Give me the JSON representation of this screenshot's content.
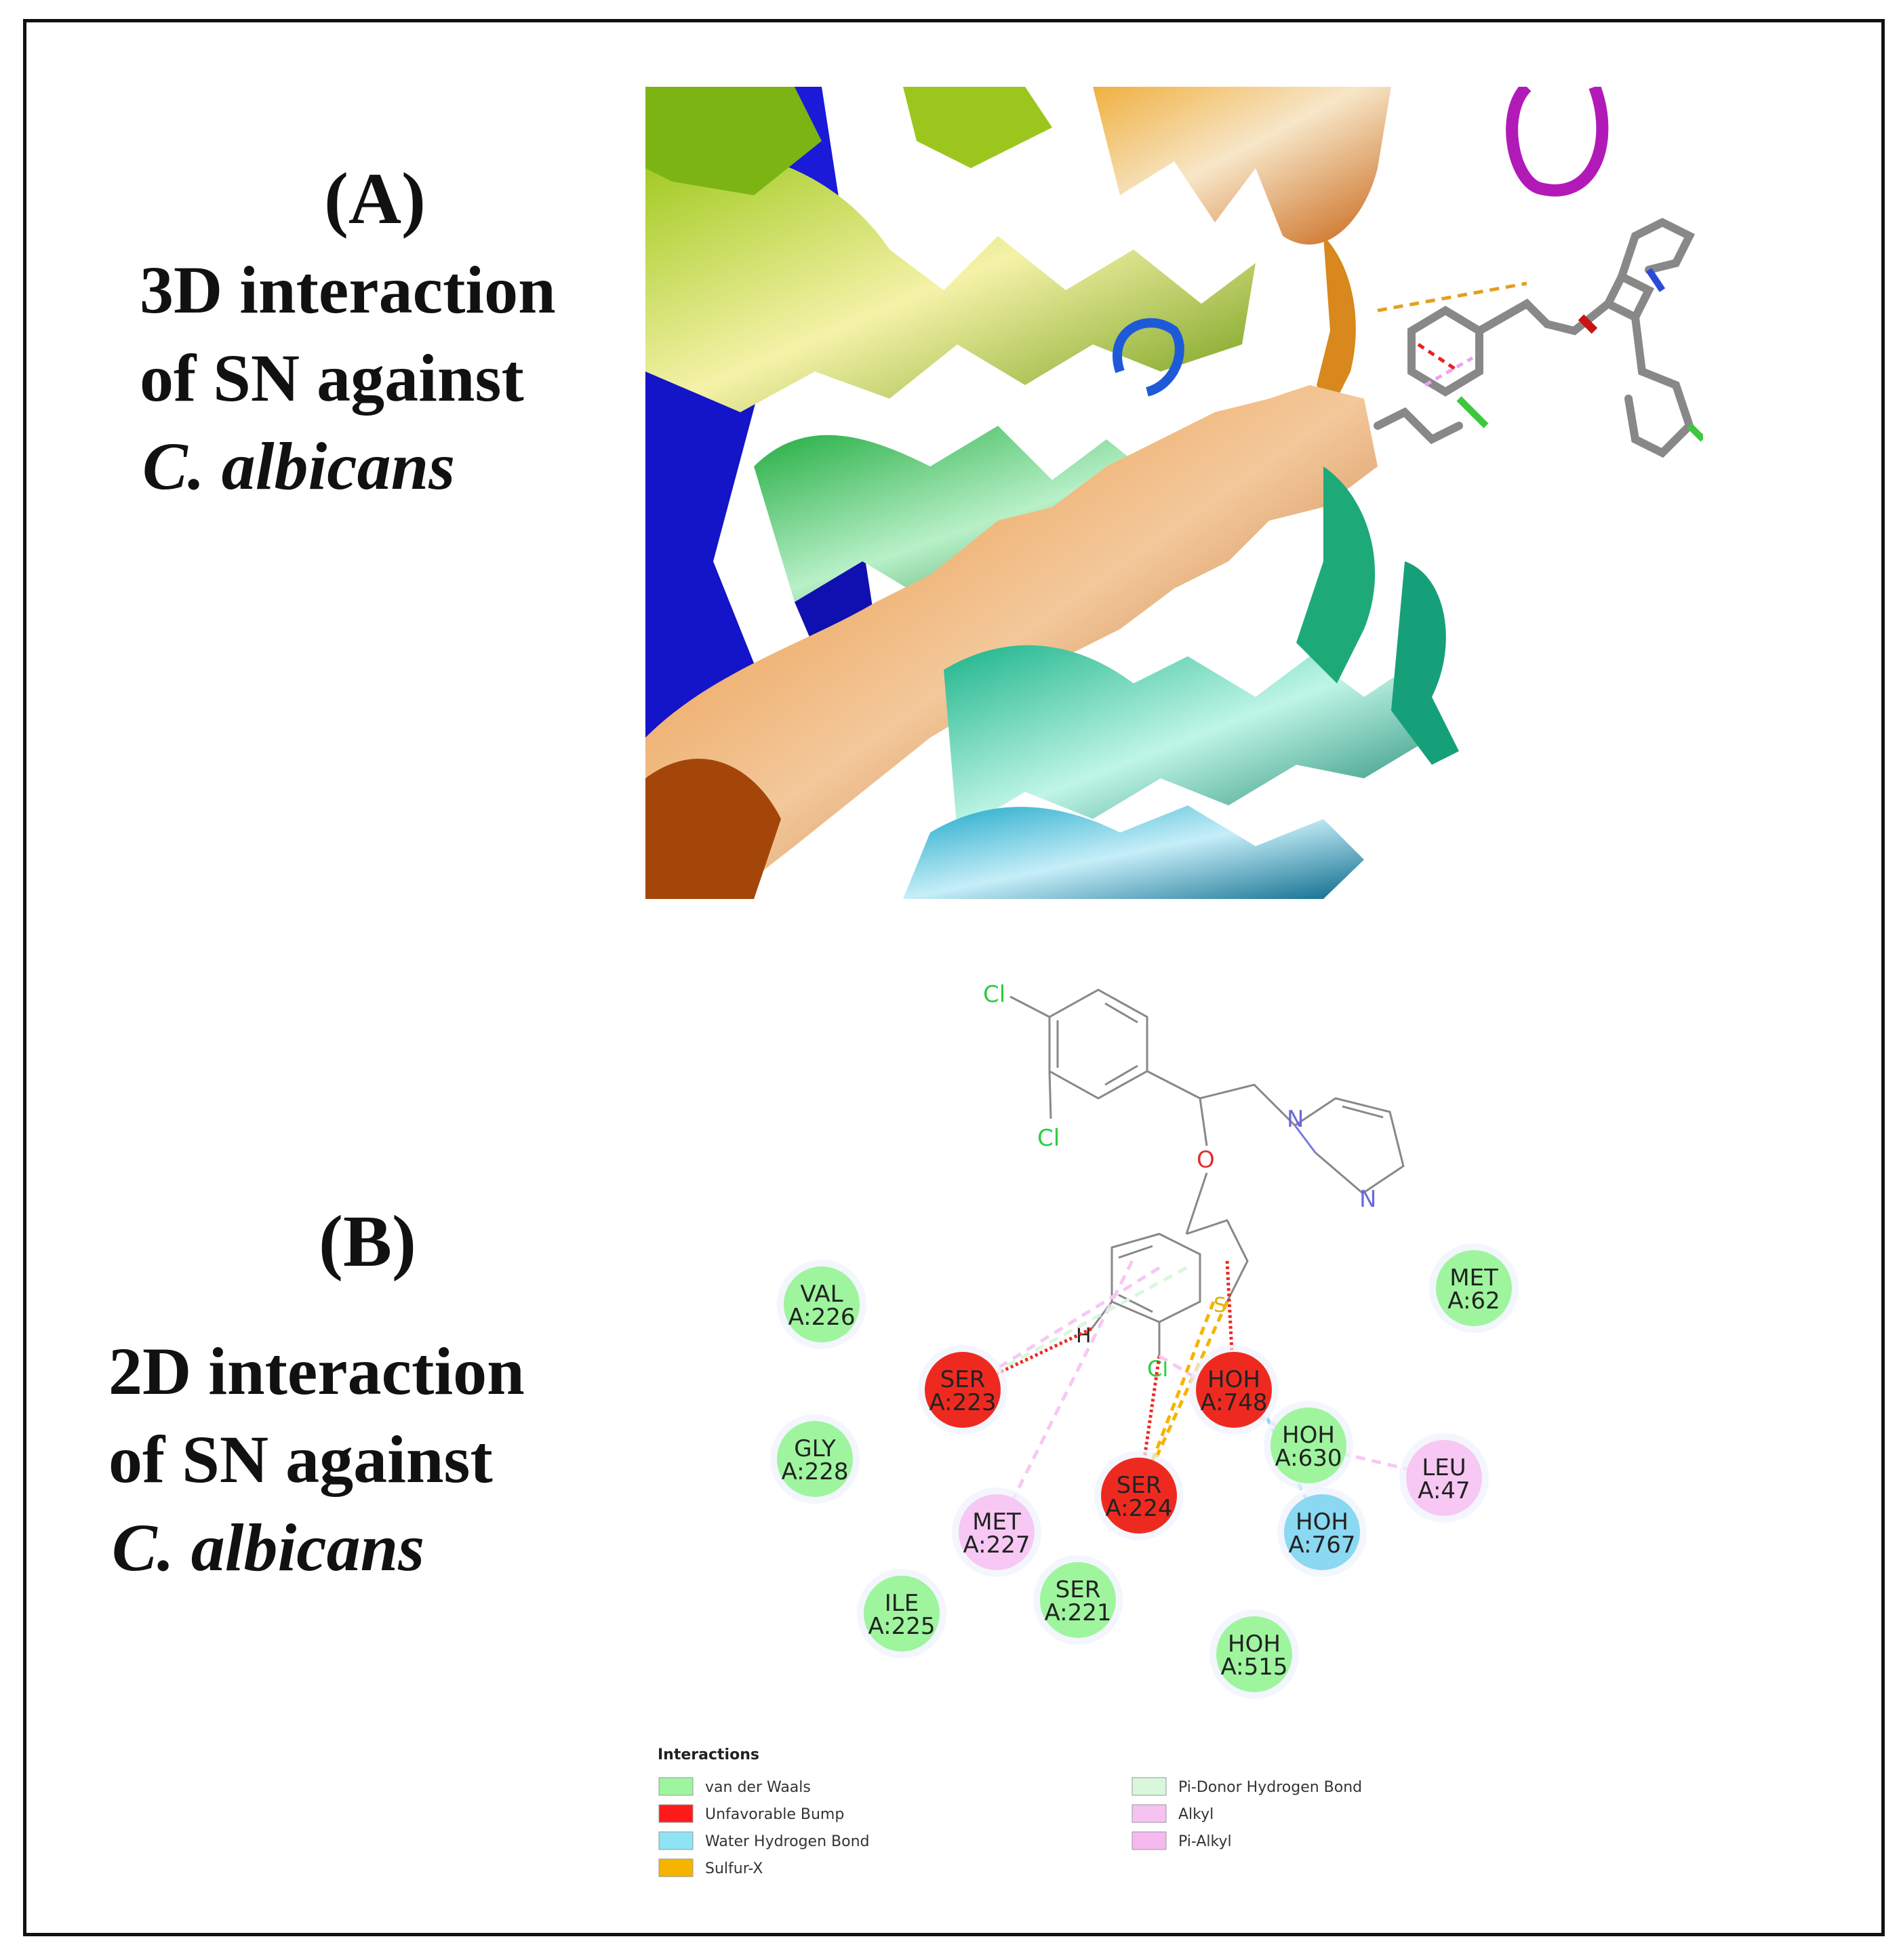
{
  "panel_a": {
    "letter": "(A)",
    "lines": [
      "3D interaction",
      "of SN against",
      "C. albicans"
    ]
  },
  "panel_b": {
    "letter": "(B)",
    "lines": [
      "2D interaction",
      "of SN against",
      "C. albicans"
    ]
  },
  "ligand_atoms": {
    "cl1": "Cl",
    "cl2": "Cl",
    "cl3": "Cl",
    "o": "O",
    "n1": "N",
    "n2": "N",
    "s": "S",
    "h": "H"
  },
  "residues": [
    {
      "name": "VAL",
      "id": "A:226",
      "type": "van der Waals"
    },
    {
      "name": "MET",
      "id": "A:62",
      "type": "van der Waals"
    },
    {
      "name": "SER",
      "id": "A:223",
      "type": "Unfavorable Bump"
    },
    {
      "name": "HOH",
      "id": "A:748",
      "type": "Unfavorable Bump"
    },
    {
      "name": "GLY",
      "id": "A:228",
      "type": "van der Waals"
    },
    {
      "name": "HOH",
      "id": "A:630",
      "type": "van der Waals"
    },
    {
      "name": "LEU",
      "id": "A:47",
      "type": "Alkyl"
    },
    {
      "name": "MET",
      "id": "A:227",
      "type": "Alkyl"
    },
    {
      "name": "SER",
      "id": "A:224",
      "type": "Unfavorable Bump"
    },
    {
      "name": "HOH",
      "id": "A:767",
      "type": "Water Hydrogen Bond"
    },
    {
      "name": "ILE",
      "id": "A:225",
      "type": "van der Waals"
    },
    {
      "name": "SER",
      "id": "A:221",
      "type": "van der Waals"
    },
    {
      "name": "HOH",
      "id": "A:515",
      "type": "van der Waals"
    }
  ],
  "legend": {
    "title": "Interactions",
    "items": [
      {
        "label": "van der Waals",
        "color": "#9ef59e"
      },
      {
        "label": "Unfavorable Bump",
        "color": "#ff1a1a"
      },
      {
        "label": "Water Hydrogen Bond",
        "color": "#8ee4f5"
      },
      {
        "label": "Sulfur-X",
        "color": "#f5b400"
      },
      {
        "label": "Pi-Donor Hydrogen Bond",
        "color": "#d9f7dc"
      },
      {
        "label": "Alkyl",
        "color": "#f5c2f2"
      },
      {
        "label": "Pi-Alkyl",
        "color": "#f5b9f0"
      }
    ]
  },
  "colors": {
    "vdw": "#9ef59e",
    "bump": "#ee2a20",
    "water": "#8ad8f2",
    "alkyl": "#f7c8f3",
    "sulfur": "#f5b400",
    "pi_donor": "#d9f7dc"
  }
}
